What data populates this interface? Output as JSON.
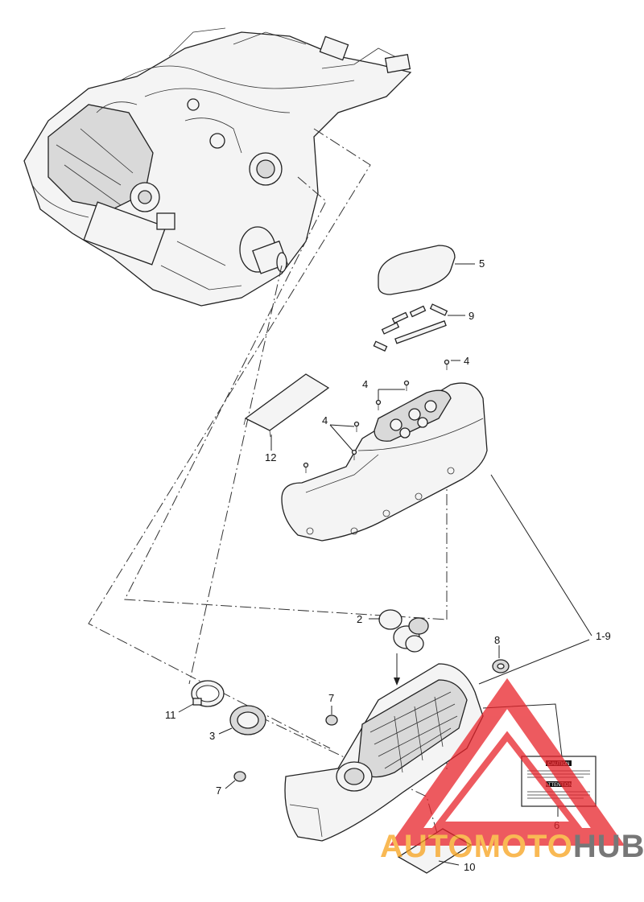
{
  "diagram": {
    "callouts": {
      "c1_9": "1-9",
      "c2": "2",
      "c3": "3",
      "c4a": "4",
      "c4b": "4",
      "c4c": "4",
      "c5": "5",
      "c6": "6",
      "c7a": "7",
      "c7b": "7",
      "c8": "8",
      "c9": "9",
      "c10": "10",
      "c11": "11",
      "c12": "12"
    },
    "label_sticker": {
      "caution_title": "CAUTION",
      "attention_title": "ATTENTION"
    }
  },
  "watermark": {
    "part1": "AUTO",
    "part2": "MOTO",
    "part3": "HUB",
    "color_accent": "#f7a21b",
    "color_dark": "#4a4a4a",
    "triangle_color": "#e8232a"
  }
}
